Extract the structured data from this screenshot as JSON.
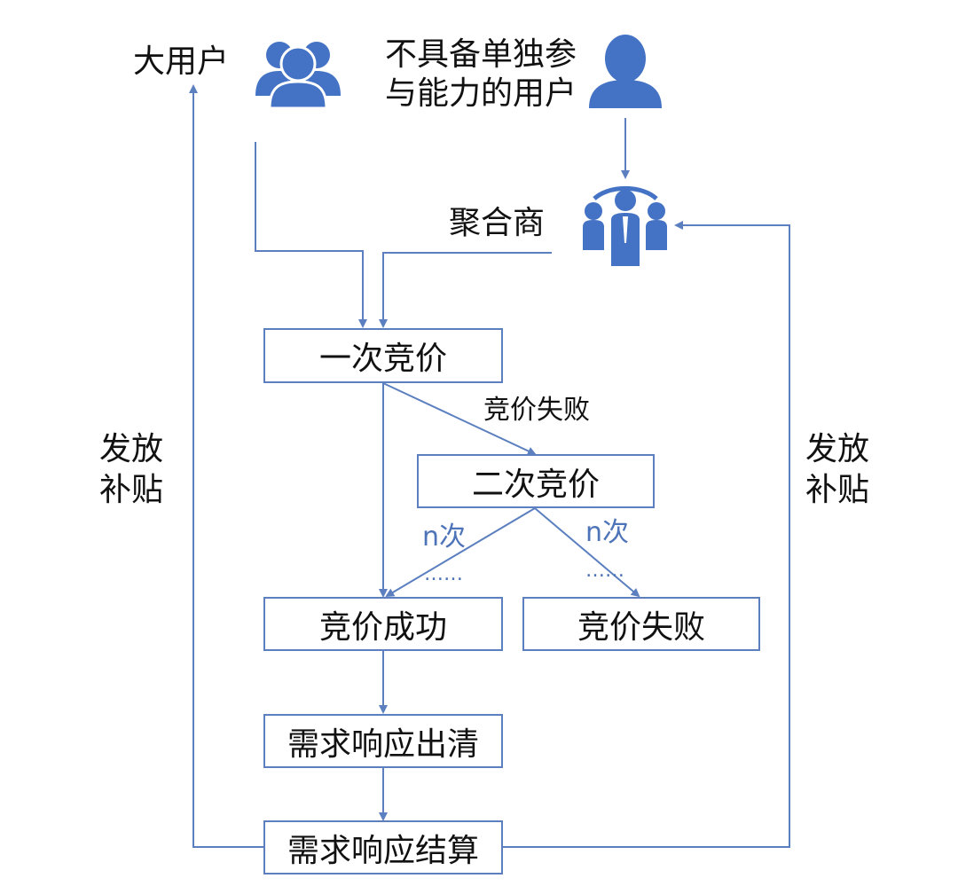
{
  "labels": {
    "big_user": "大用户",
    "small_user_line1": "不具备单独参",
    "small_user_line2": "与能力的用户",
    "aggregator": "聚合商",
    "subsidy_left_line1": "发放",
    "subsidy_left_line2": "补贴",
    "subsidy_right_line1": "发放",
    "subsidy_right_line2": "补贴",
    "first_fail": "竞价失败",
    "n_times_left": "n次",
    "n_times_right": "n次",
    "ellipsis_left": "……",
    "ellipsis_right": "……"
  },
  "boxes": {
    "first_bid": "一次竞价",
    "second_bid": "二次竞价",
    "bid_success": "竞价成功",
    "bid_fail": "竞价失败",
    "clearing": "需求响应出清",
    "settlement": "需求响应结算"
  },
  "icons": {
    "big_user": "user-group-icon",
    "small_user": "single-user-icon",
    "aggregator": "team-leader-icon"
  },
  "colors": {
    "icon_blue": "#4472c4",
    "line_blue": "#5b7fbf",
    "label_blue": "#4d73b8"
  }
}
